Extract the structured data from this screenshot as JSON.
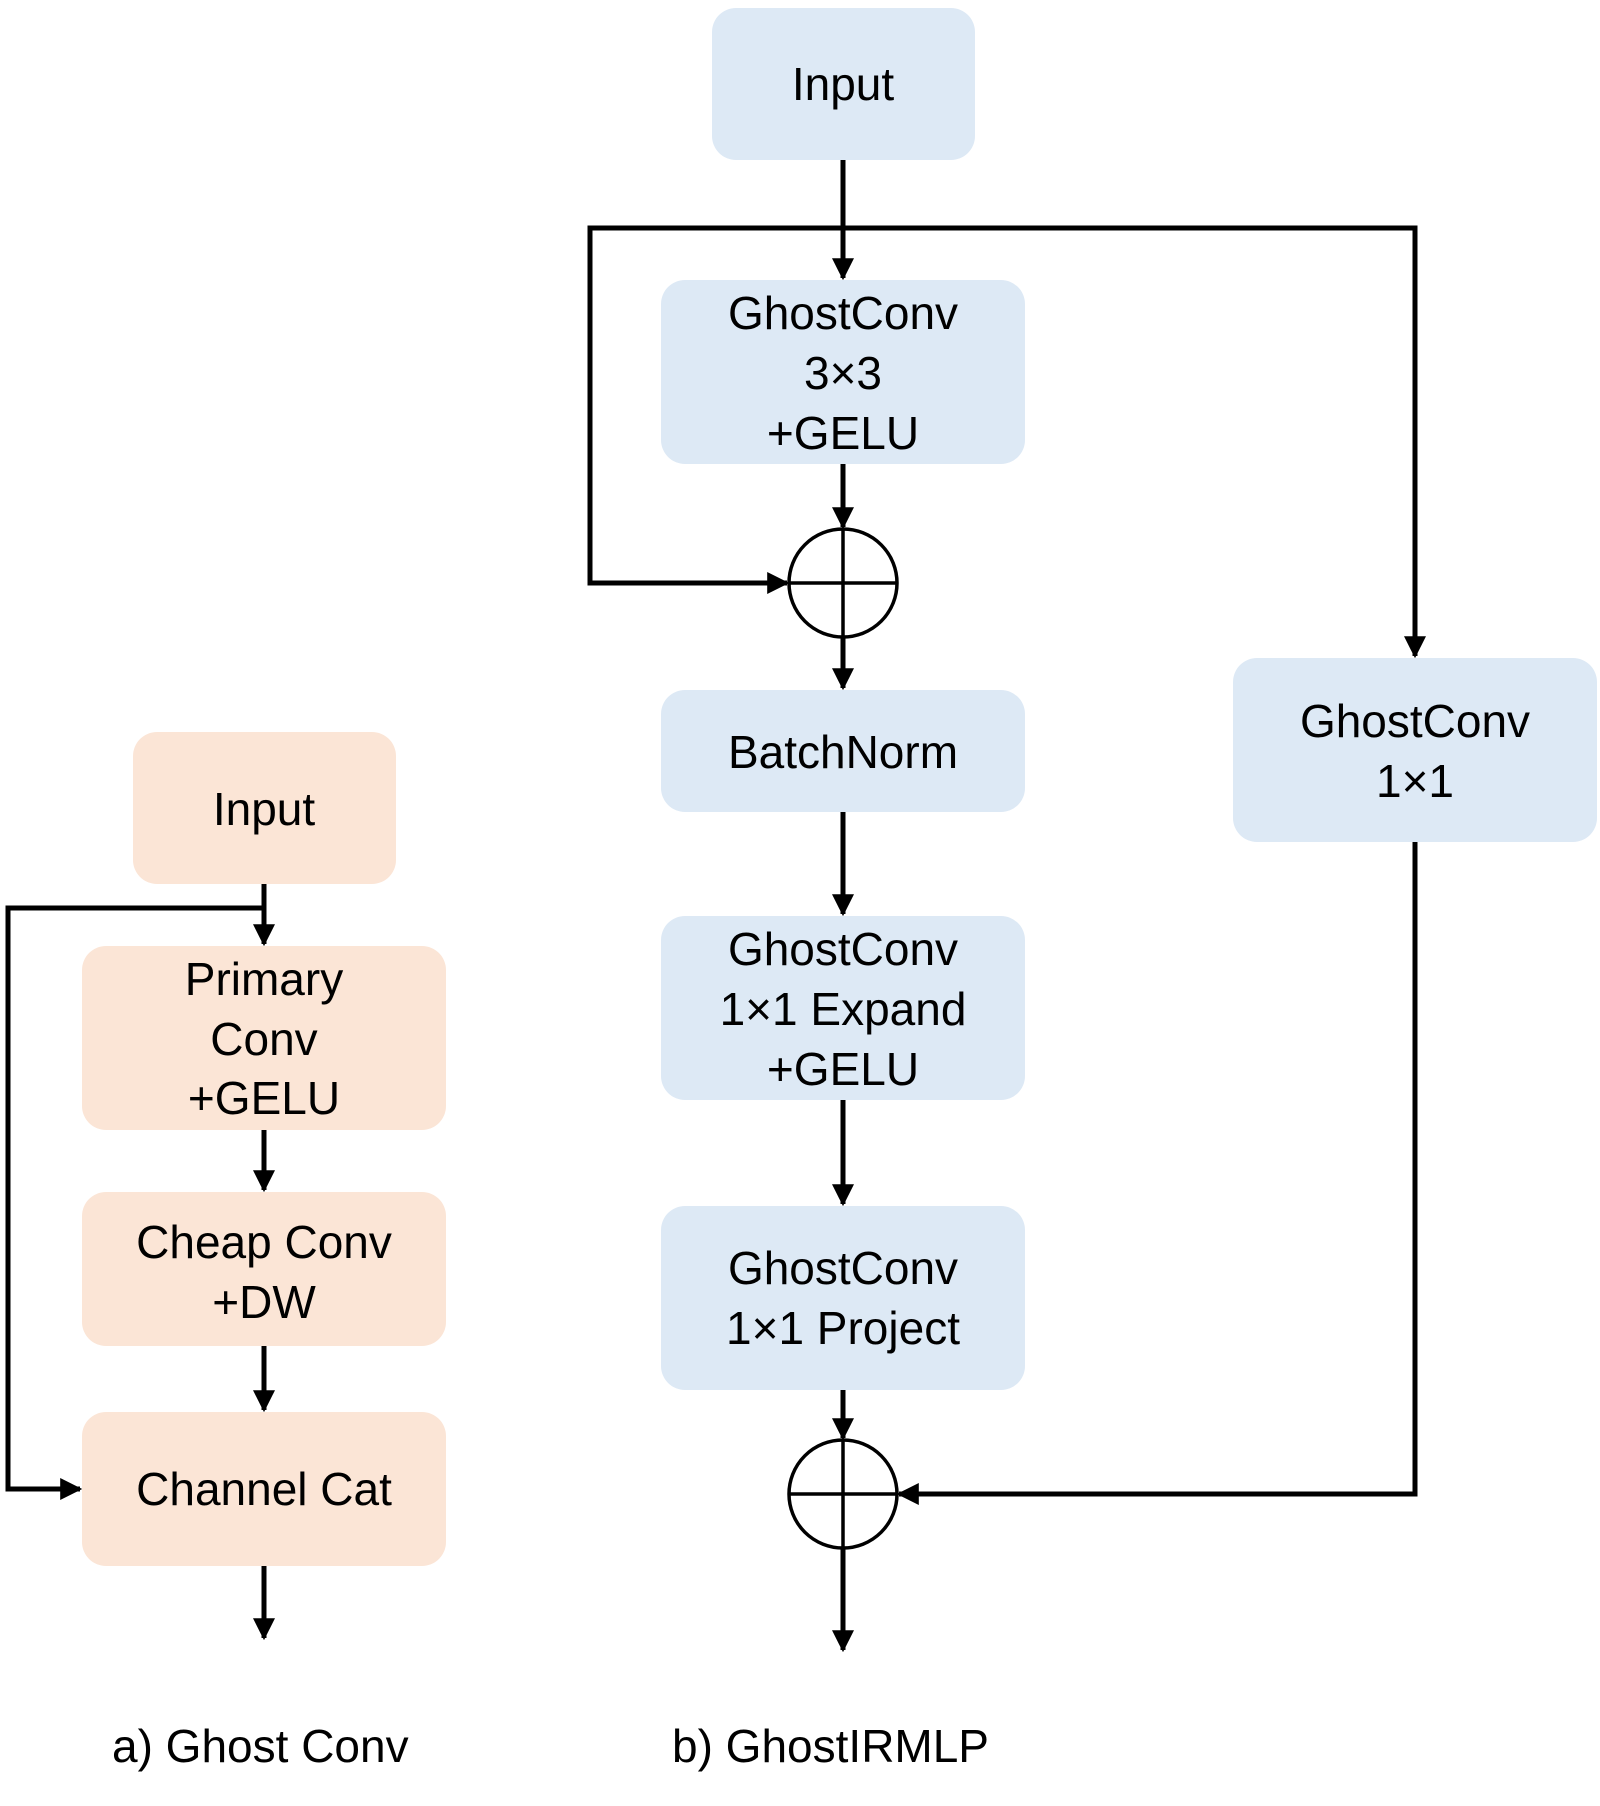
{
  "colors": {
    "ghost_conv_fill": "#fbe5d6",
    "irmlp_fill": "#dde9f5",
    "stroke": "#000000"
  },
  "ghost_conv": {
    "caption": "a) Ghost Conv",
    "nodes": [
      {
        "id": "gc-input",
        "lines": [
          "Input"
        ]
      },
      {
        "id": "gc-primary",
        "lines": [
          "Primary",
          "Conv",
          "+GELU"
        ]
      },
      {
        "id": "gc-cheap",
        "lines": [
          "Cheap Conv",
          "+DW"
        ]
      },
      {
        "id": "gc-cat",
        "lines": [
          "Channel Cat"
        ]
      }
    ]
  },
  "irmlp": {
    "caption": "b) GhostIRMLP",
    "nodes": [
      {
        "id": "ir-input",
        "lines": [
          "Input"
        ]
      },
      {
        "id": "ir-conv3",
        "lines": [
          "GhostConv",
          "3×3",
          "+GELU"
        ]
      },
      {
        "id": "ir-bn",
        "lines": [
          "BatchNorm"
        ]
      },
      {
        "id": "ir-expand",
        "lines": [
          "GhostConv",
          "1×1 Expand",
          "+GELU"
        ]
      },
      {
        "id": "ir-project",
        "lines": [
          "GhostConv",
          "1×1 Project"
        ]
      },
      {
        "id": "ir-side",
        "lines": [
          "GhostConv",
          "1×1"
        ]
      }
    ]
  }
}
